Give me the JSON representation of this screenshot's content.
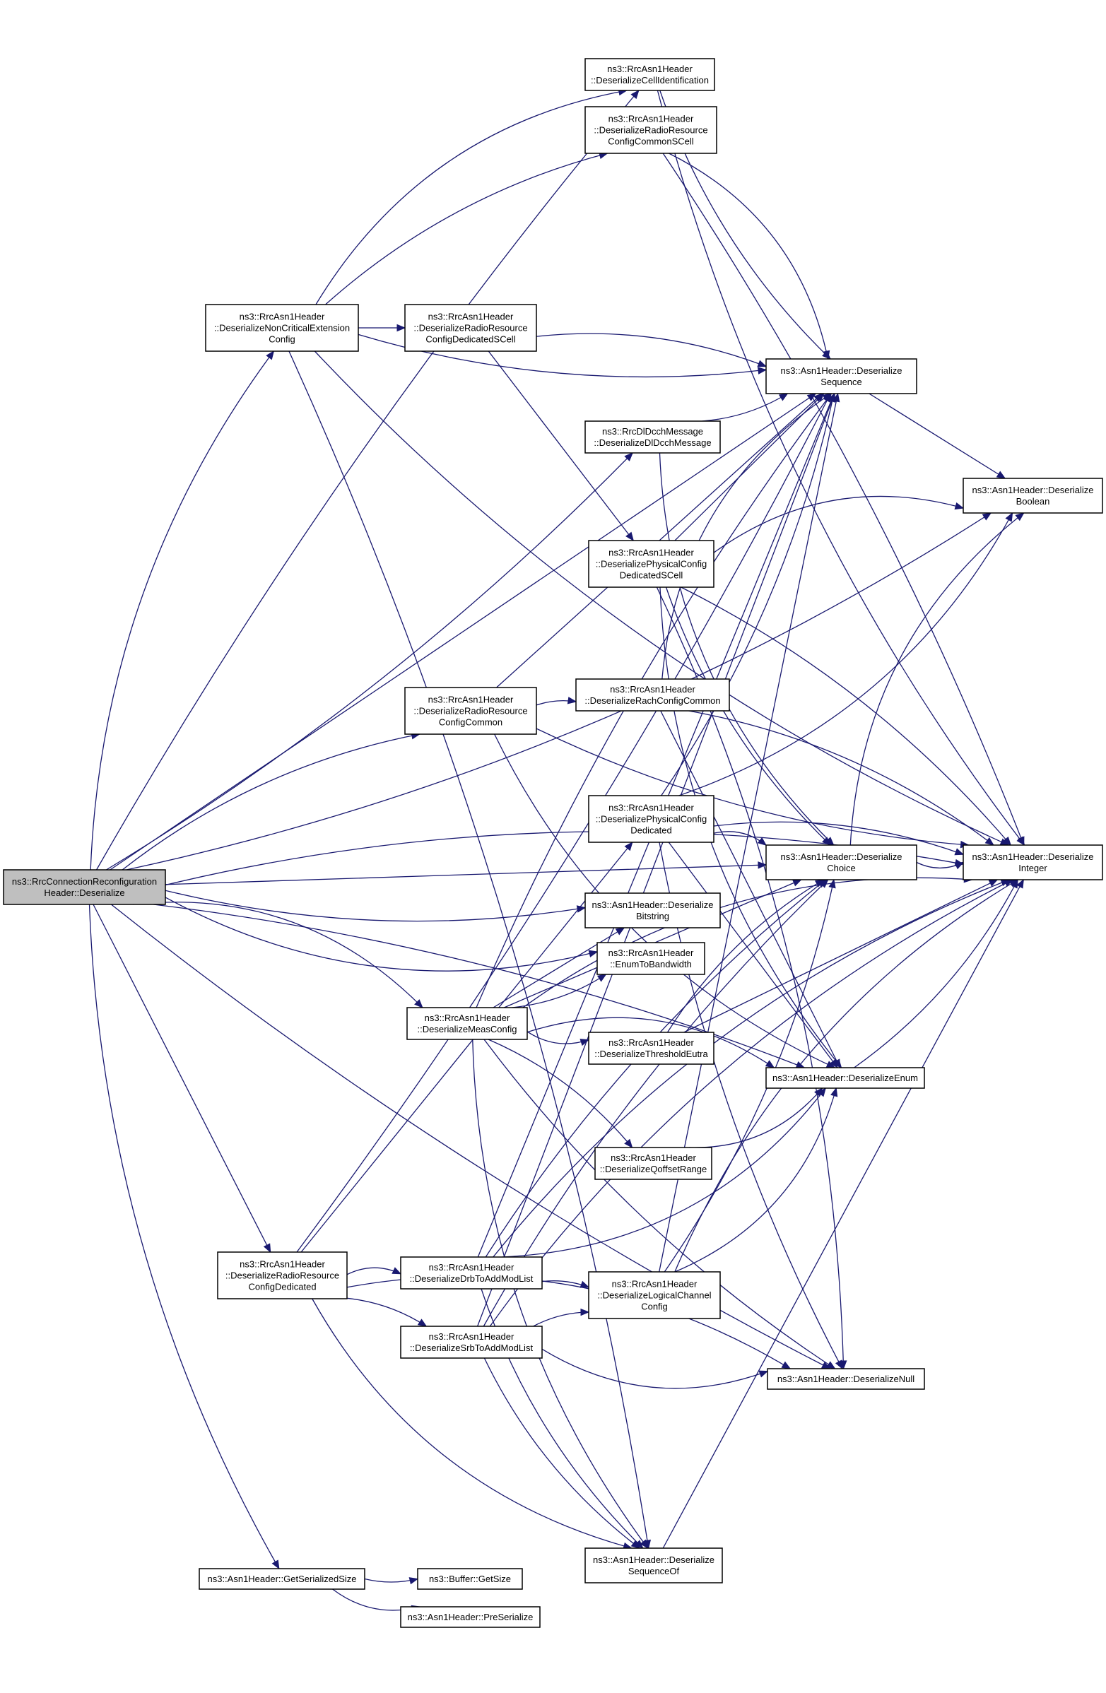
{
  "nodes": [
    {
      "id": "root",
      "lines": [
        "ns3::RrcConnectionReconfiguration",
        "Header::Deserialize"
      ],
      "root": true
    },
    {
      "id": "nce",
      "lines": [
        "ns3::RrcAsn1Header",
        "::DeserializeNonCriticalExtension",
        "Config"
      ]
    },
    {
      "id": "rrcdSC",
      "lines": [
        "ns3::RrcAsn1Header",
        "::DeserializeRadioResource",
        "ConfigDedicatedSCell"
      ]
    },
    {
      "id": "cellId",
      "lines": [
        "ns3::RrcAsn1Header",
        "::DeserializeCellIdentification"
      ]
    },
    {
      "id": "rrccSC",
      "lines": [
        "ns3::RrcAsn1Header",
        "::DeserializeRadioResource",
        "ConfigCommonSCell"
      ]
    },
    {
      "id": "seq",
      "lines": [
        "ns3::Asn1Header::Deserialize",
        "Sequence"
      ]
    },
    {
      "id": "dldcch",
      "lines": [
        "ns3::RrcDlDcchMessage",
        "::DeserializeDlDcchMessage"
      ]
    },
    {
      "id": "bool",
      "lines": [
        "ns3::Asn1Header::Deserialize",
        "Boolean"
      ]
    },
    {
      "id": "pcdSC",
      "lines": [
        "ns3::RrcAsn1Header",
        "::DeserializePhysicalConfig",
        "DedicatedSCell"
      ]
    },
    {
      "id": "rrcc",
      "lines": [
        "ns3::RrcAsn1Header",
        "::DeserializeRadioResource",
        "ConfigCommon"
      ]
    },
    {
      "id": "rach",
      "lines": [
        "ns3::RrcAsn1Header",
        "::DeserializeRachConfigCommon"
      ]
    },
    {
      "id": "pcd",
      "lines": [
        "ns3::RrcAsn1Header",
        "::DeserializePhysicalConfig",
        "Dedicated"
      ]
    },
    {
      "id": "choice",
      "lines": [
        "ns3::Asn1Header::Deserialize",
        "Choice"
      ]
    },
    {
      "id": "int",
      "lines": [
        "ns3::Asn1Header::Deserialize",
        "Integer"
      ]
    },
    {
      "id": "bits",
      "lines": [
        "ns3::Asn1Header::Deserialize",
        "Bitstring"
      ]
    },
    {
      "id": "e2bw",
      "lines": [
        "ns3::RrcAsn1Header",
        "::EnumToBandwidth"
      ]
    },
    {
      "id": "meas",
      "lines": [
        "ns3::RrcAsn1Header",
        "::DeserializeMeasConfig"
      ]
    },
    {
      "id": "thr",
      "lines": [
        "ns3::RrcAsn1Header",
        "::DeserializeThresholdEutra"
      ]
    },
    {
      "id": "enum",
      "lines": [
        "ns3::Asn1Header::DeserializeEnum"
      ]
    },
    {
      "id": "qoff",
      "lines": [
        "ns3::RrcAsn1Header",
        "::DeserializeQoffsetRange"
      ]
    },
    {
      "id": "rrcd",
      "lines": [
        "ns3::RrcAsn1Header",
        "::DeserializeRadioResource",
        "ConfigDedicated"
      ]
    },
    {
      "id": "drb",
      "lines": [
        "ns3::RrcAsn1Header",
        "::DeserializeDrbToAddModList"
      ]
    },
    {
      "id": "lcc",
      "lines": [
        "ns3::RrcAsn1Header",
        "::DeserializeLogicalChannel",
        "Config"
      ]
    },
    {
      "id": "srb",
      "lines": [
        "ns3::RrcAsn1Header",
        "::DeserializeSrbToAddModList"
      ]
    },
    {
      "id": "null",
      "lines": [
        "ns3::Asn1Header::DeserializeNull"
      ]
    },
    {
      "id": "seqof",
      "lines": [
        "ns3::Asn1Header::Deserialize",
        "SequenceOf"
      ]
    },
    {
      "id": "gss",
      "lines": [
        "ns3::Asn1Header::GetSerializedSize"
      ]
    },
    {
      "id": "bufsz",
      "lines": [
        "ns3::Buffer::GetSize"
      ]
    },
    {
      "id": "preser",
      "lines": [
        "ns3::Asn1Header::PreSerialize"
      ]
    }
  ],
  "edges": [
    [
      "root",
      "nce"
    ],
    [
      "root",
      "cellId"
    ],
    [
      "root",
      "seq"
    ],
    [
      "root",
      "dldcch"
    ],
    [
      "root",
      "bool"
    ],
    [
      "root",
      "int"
    ],
    [
      "root",
      "rrcc"
    ],
    [
      "root",
      "choice"
    ],
    [
      "root",
      "bits"
    ],
    [
      "root",
      "e2bw"
    ],
    [
      "root",
      "meas"
    ],
    [
      "root",
      "enum"
    ],
    [
      "root",
      "rrcd"
    ],
    [
      "root",
      "null"
    ],
    [
      "root",
      "gss"
    ],
    [
      "nce",
      "cellId"
    ],
    [
      "nce",
      "rrccSC"
    ],
    [
      "nce",
      "rrcdSC"
    ],
    [
      "nce",
      "seq"
    ],
    [
      "nce",
      "int"
    ],
    [
      "nce",
      "seqof"
    ],
    [
      "rrcdSC",
      "seq"
    ],
    [
      "rrcdSC",
      "pcdSC"
    ],
    [
      "cellId",
      "seq"
    ],
    [
      "cellId",
      "int"
    ],
    [
      "rrccSC",
      "seq"
    ],
    [
      "rrccSC",
      "int"
    ],
    [
      "seq",
      "bool"
    ],
    [
      "dldcch",
      "seq"
    ],
    [
      "dldcch",
      "choice"
    ],
    [
      "pcdSC",
      "bool"
    ],
    [
      "pcdSC",
      "int"
    ],
    [
      "pcdSC",
      "seq"
    ],
    [
      "pcdSC",
      "choice"
    ],
    [
      "pcdSC",
      "enum"
    ],
    [
      "pcdSC",
      "null"
    ],
    [
      "rrcc",
      "rach"
    ],
    [
      "rrcc",
      "seq"
    ],
    [
      "rrcc",
      "int"
    ],
    [
      "rrcc",
      "enum"
    ],
    [
      "rach",
      "seq"
    ],
    [
      "rach",
      "int"
    ],
    [
      "rach",
      "enum"
    ],
    [
      "pcd",
      "seq"
    ],
    [
      "pcd",
      "bool"
    ],
    [
      "pcd",
      "choice"
    ],
    [
      "pcd",
      "int"
    ],
    [
      "pcd",
      "enum"
    ],
    [
      "pcd",
      "null"
    ],
    [
      "choice",
      "int"
    ],
    [
      "choice",
      "bool"
    ],
    [
      "meas",
      "seq"
    ],
    [
      "meas",
      "bits"
    ],
    [
      "meas",
      "e2bw"
    ],
    [
      "meas",
      "thr"
    ],
    [
      "meas",
      "enum"
    ],
    [
      "meas",
      "qoff"
    ],
    [
      "meas",
      "choice"
    ],
    [
      "meas",
      "null"
    ],
    [
      "meas",
      "seqof"
    ],
    [
      "meas",
      "int"
    ],
    [
      "thr",
      "choice"
    ],
    [
      "thr",
      "int"
    ],
    [
      "enum",
      "int"
    ],
    [
      "qoff",
      "enum"
    ],
    [
      "rrcd",
      "drb"
    ],
    [
      "rrcd",
      "srb"
    ],
    [
      "rrcd",
      "pcd"
    ],
    [
      "rrcd",
      "seq"
    ],
    [
      "rrcd",
      "seqof"
    ],
    [
      "rrcd",
      "null"
    ],
    [
      "drb",
      "lcc"
    ],
    [
      "drb",
      "seq"
    ],
    [
      "drb",
      "seqof"
    ],
    [
      "drb",
      "enum"
    ],
    [
      "drb",
      "int"
    ],
    [
      "drb",
      "choice"
    ],
    [
      "lcc",
      "seq"
    ],
    [
      "lcc",
      "choice"
    ],
    [
      "lcc",
      "enum"
    ],
    [
      "lcc",
      "int"
    ],
    [
      "srb",
      "lcc"
    ],
    [
      "srb",
      "seq"
    ],
    [
      "srb",
      "seqof"
    ],
    [
      "srb",
      "null"
    ],
    [
      "srb",
      "int"
    ],
    [
      "srb",
      "choice"
    ],
    [
      "seqof",
      "int"
    ],
    [
      "gss",
      "bufsz"
    ],
    [
      "gss",
      "preser"
    ]
  ],
  "colors": {
    "edge": "#191970",
    "node_fill": "#ffffff",
    "root_fill": "#bfbfbf",
    "border": "#000000"
  }
}
